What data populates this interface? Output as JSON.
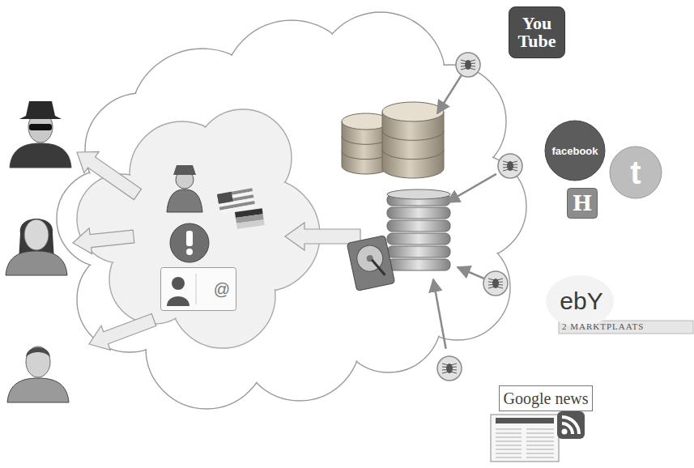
{
  "diagram": {
    "nodes": [
      {
        "text": [
          "You Tube"
        ]
      },
      {
        "text": [
          "facebook"
        ]
      },
      {
        "text": [
          "t"
        ]
      },
      {
        "text": [
          "H"
        ]
      },
      {
        "text": [
          "@"
        ]
      },
      {
        "text": [
          "ebY"
        ]
      },
      {
        "text": [
          "Google news"
        ]
      }
    ],
    "labels": [
      "2 MARKTPLAATS"
    ]
  }
}
